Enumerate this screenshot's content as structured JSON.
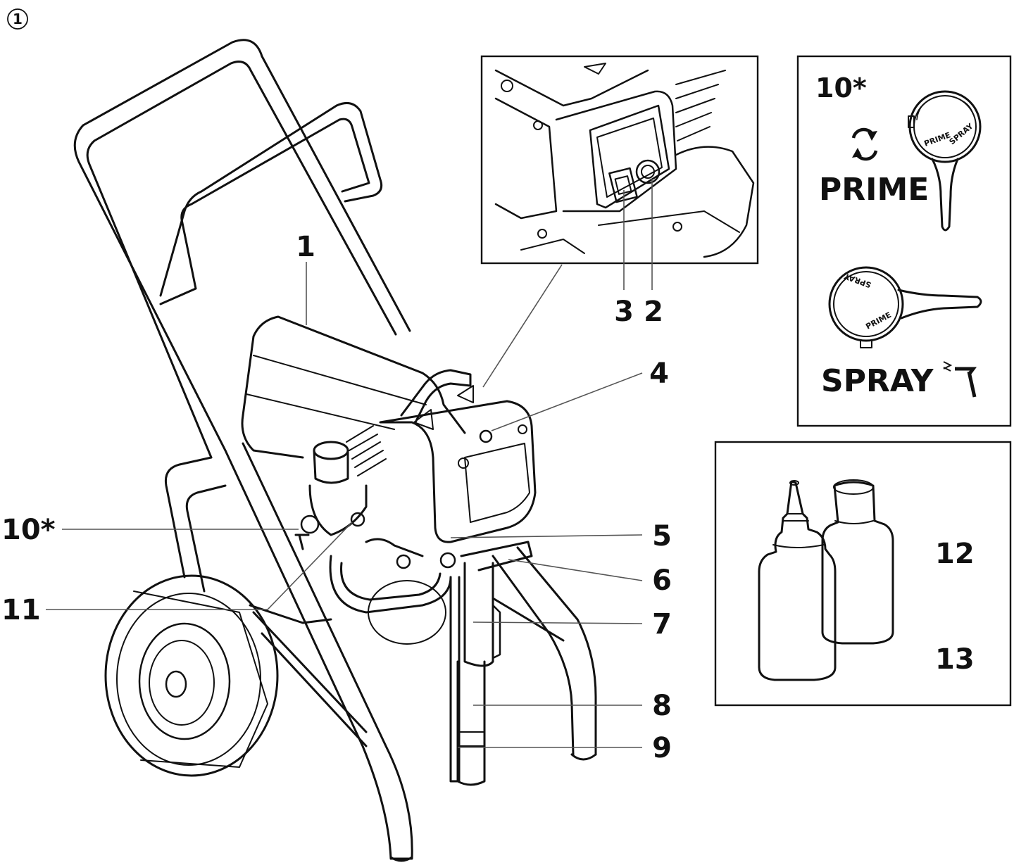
{
  "figure": {
    "number": "1"
  },
  "callouts": {
    "c1": "1",
    "c2": "2",
    "c3": "3",
    "c4": "4",
    "c5": "5",
    "c6": "6",
    "c7": "7",
    "c8": "8",
    "c9": "9",
    "c10": "10*",
    "c11": "11",
    "c12": "12",
    "c13": "13"
  },
  "valve_panel": {
    "label": "10*",
    "prime_title": "PRIME",
    "spray_title": "SPRAY",
    "knob_prime_text": "PRIME",
    "knob_spray_text": "SPRAY"
  }
}
